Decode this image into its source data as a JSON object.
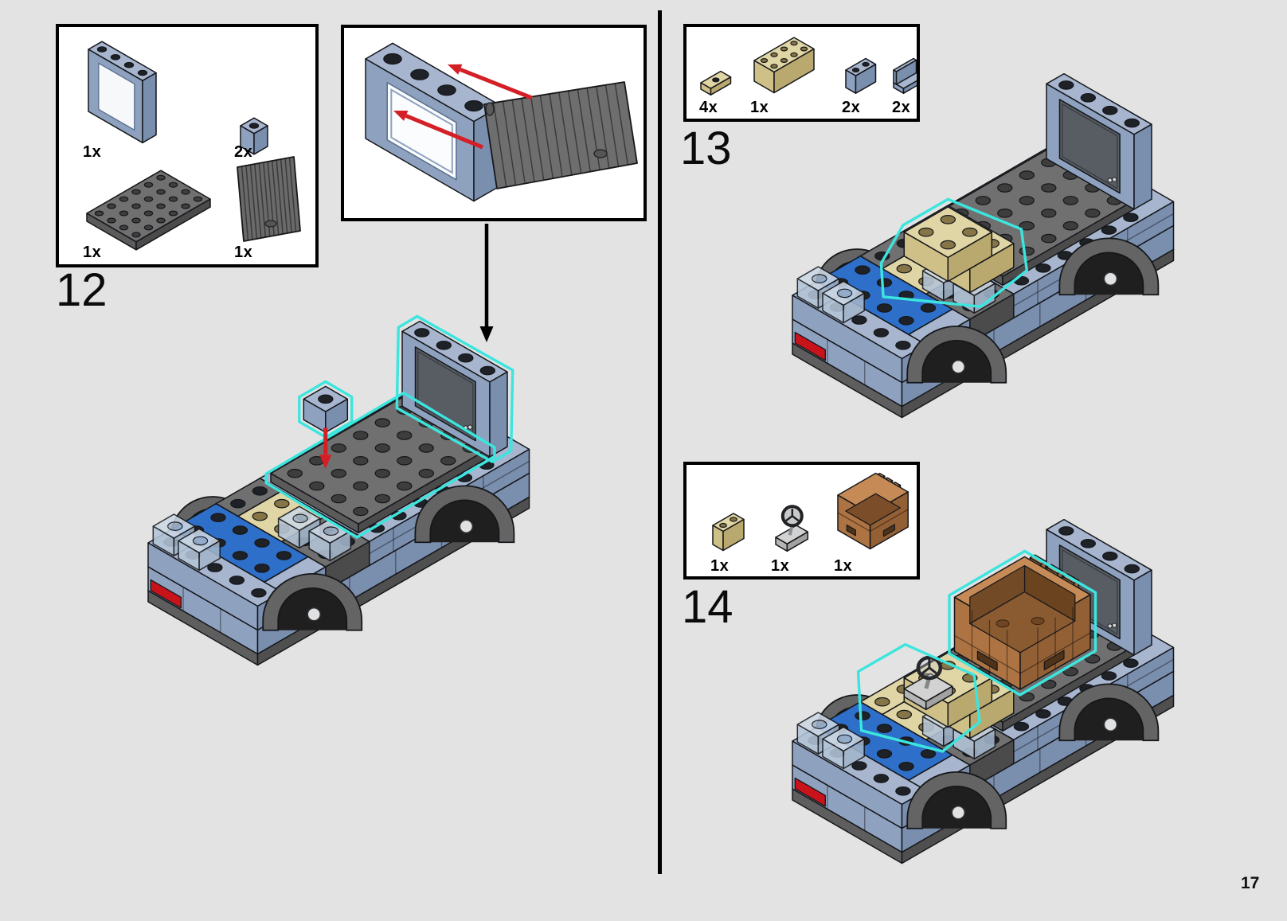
{
  "page": {
    "number": "17",
    "background": "#e3e3e3"
  },
  "steps": [
    {
      "number": "12",
      "parts": [
        {
          "name": "window-frame-1x4x3-sand-blue",
          "count": "1x"
        },
        {
          "name": "brick-1x1-sand-blue",
          "count": "2x"
        },
        {
          "name": "plate-4x6-dark-gray",
          "count": "1x"
        },
        {
          "name": "roller-shutter-dark-gray",
          "count": "1x"
        }
      ],
      "detail_inset": {
        "description": "shutter-slides-into-window-frame",
        "arrow_count": 2
      }
    },
    {
      "number": "13",
      "parts": [
        {
          "name": "plate-1x2-jumper-tan",
          "count": "4x"
        },
        {
          "name": "brick-2x4-tan",
          "count": "1x"
        },
        {
          "name": "brick-1x2-sand-blue",
          "count": "2x"
        },
        {
          "name": "panel-1x2-sand-blue",
          "count": "2x"
        }
      ]
    },
    {
      "number": "14",
      "parts": [
        {
          "name": "brick-1x2-tan",
          "count": "1x"
        },
        {
          "name": "steering-wheel-stand-gray",
          "count": "1x"
        },
        {
          "name": "crate-brown",
          "count": "1x"
        }
      ]
    }
  ],
  "colors": {
    "background": "#e3e3e3",
    "panel_bg": "#ffffff",
    "panel_border": "#000000",
    "outline": "#15171b",
    "stud": "#1e2126",
    "sand_blue_top": "#a7b6ce",
    "sand_blue_front": "#8ea2c0",
    "sand_blue_side": "#7a8eae",
    "dark_gray_top": "#707070",
    "dark_gray_front": "#5b5b5b",
    "dark_gray_side": "#4b4b4b",
    "tan_top": "#e0d5a4",
    "tan_front": "#cfc088",
    "tan_side": "#baa96e",
    "tan_stud": "#857547",
    "blue_top": "#2e6fca",
    "blue_front": "#2058a8",
    "blue_side": "#1a4d97",
    "red": "#c9131a",
    "trans_top": "#ccd8e5",
    "trans_front": "#b4c5d8",
    "trans_side": "#a2b5cb",
    "brown_top": "#c68a57",
    "brown_front": "#ad7343",
    "brown_side": "#935f35",
    "brown_inner": "#7b4d29",
    "gray_top": "#d2d2d2",
    "gray_front": "#b5b5b5",
    "gray_side": "#a2a2a2",
    "window_pane": "#585d63",
    "arch": "#646464",
    "arch_dark": "#1f1f1f",
    "highlight": "#3ce5de",
    "arrow_red": "#d41f26",
    "arrow_black": "#000000"
  }
}
